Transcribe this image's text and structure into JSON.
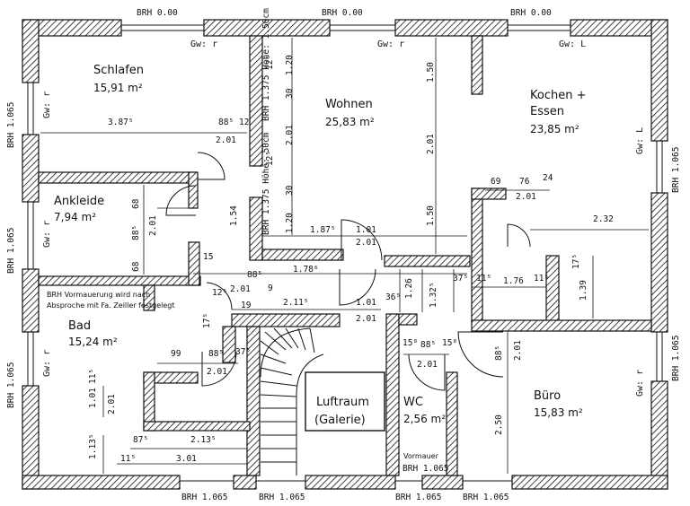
{
  "rooms": {
    "schlafen": {
      "name": "Schlafen",
      "area": "15,91 m²"
    },
    "wohnen": {
      "name": "Wohnen",
      "area": "25,83 m²"
    },
    "kochen": {
      "name1": "Kochen +",
      "name2": "Essen",
      "area": "23,85 m²"
    },
    "ankleide": {
      "name": "Ankleide",
      "area": "7,94 m²"
    },
    "bad": {
      "name": "Bad",
      "area": "15,24 m²"
    },
    "luftraum": {
      "name1": "Luftraum",
      "name2": "(Galerie)"
    },
    "wc": {
      "name": "WC",
      "area": "2,56 m²"
    },
    "buero": {
      "name": "Büro",
      "area": "15,83 m²"
    }
  },
  "brh": {
    "top_left": "BRH 0.00",
    "top_mid": "BRH 0.00",
    "top_right": "BRH 0.00",
    "left_top": "BRH 1.065",
    "left_mid": "BRH 1.065",
    "left_bot": "BRH 1.065",
    "bottom_1": "BRH 1.065",
    "bottom_2": "BRH 1.065",
    "bottom_3": "BRH 1.065",
    "bottom_4": "BRH 1.065",
    "right_top": "BRH 1.065",
    "right_bot": "BRH 1.065",
    "vormauer_brh": "BRH 1.065"
  },
  "gw": {
    "schlafen_top": "Gw: r",
    "wohnen_top": "Gw: r",
    "kochen_top": "Gw: L",
    "schlafen_left": "Gw: r",
    "ankleide_left": "Gw: r",
    "bad_left": "Gw: r",
    "kochen_right": "Gw: L",
    "buero_right": "Gw: r"
  },
  "notes": {
    "vormauerung_1": "BRH Vormauerung wird nach",
    "vormauerung_2": "Absproche mit Fa. Zeiller festgelegt",
    "vormauer": "Vormauer"
  },
  "dims": {
    "d_387": "3.87⁵",
    "d_885a": "88⁵",
    "d_12": "12",
    "d_201a": "2.01",
    "d_125a": "12⁵",
    "d_125b": "12⁵",
    "d_120a": "1.20",
    "d_150a": "1.50",
    "d_201b": "2.01",
    "d_150b": "1.50",
    "d_120b": "1.20",
    "d_30a": "30",
    "d_30b": "30",
    "d_187": "1.87⁵",
    "d_101a": "1.01",
    "d_201c": "2.01",
    "d_69": "69",
    "d_76": "76",
    "d_24": "24",
    "d_201d": "2.01",
    "d_232": "2.32",
    "d_68a": "68",
    "d_885b": "88⁵",
    "d_201e": "2.01",
    "d_68b": "68",
    "d_154": "1.54",
    "d_15": "15",
    "d_885c": "88⁵",
    "d_9": "9",
    "d_178": "1.78⁶",
    "d_201f": "2.01",
    "d_125c": "12⁵",
    "d_175": "17⁵",
    "d_211": "2.11⁵",
    "d_19": "19",
    "d_101b": "1.01",
    "d_201g": "2.01",
    "d_365": "36⁵",
    "d_126": "1.26",
    "d_1325": "1.32⁵",
    "d_375a": "37⁵",
    "d_115a": "11⁵",
    "d_176": "1.76",
    "d_115b": "11⁵",
    "d_175b": "17⁵",
    "d_139": "1.39",
    "d_99": "99",
    "d_885d": "88⁵",
    "d_375b": "37⁵",
    "d_201h": "2.01",
    "d_115c": "11⁵",
    "d_101c": "1.01",
    "d_875": "87⁵",
    "d_2135": "2.13⁵",
    "d_1135": "1.13⁵",
    "d_115d": "11⁵",
    "d_301": "3.01",
    "d_158a": "15⁸",
    "d_885e": "88⁵",
    "d_158b": "15⁸",
    "d_201i": "2.01",
    "d_885f": "88⁵",
    "d_201j": "2.01",
    "d_250": "2.50",
    "d_hoehe1": "BRH 1.375 Höhe: 1.50cm",
    "d_hoehe2": "BRH 1.375 Höhe: 50cm"
  }
}
